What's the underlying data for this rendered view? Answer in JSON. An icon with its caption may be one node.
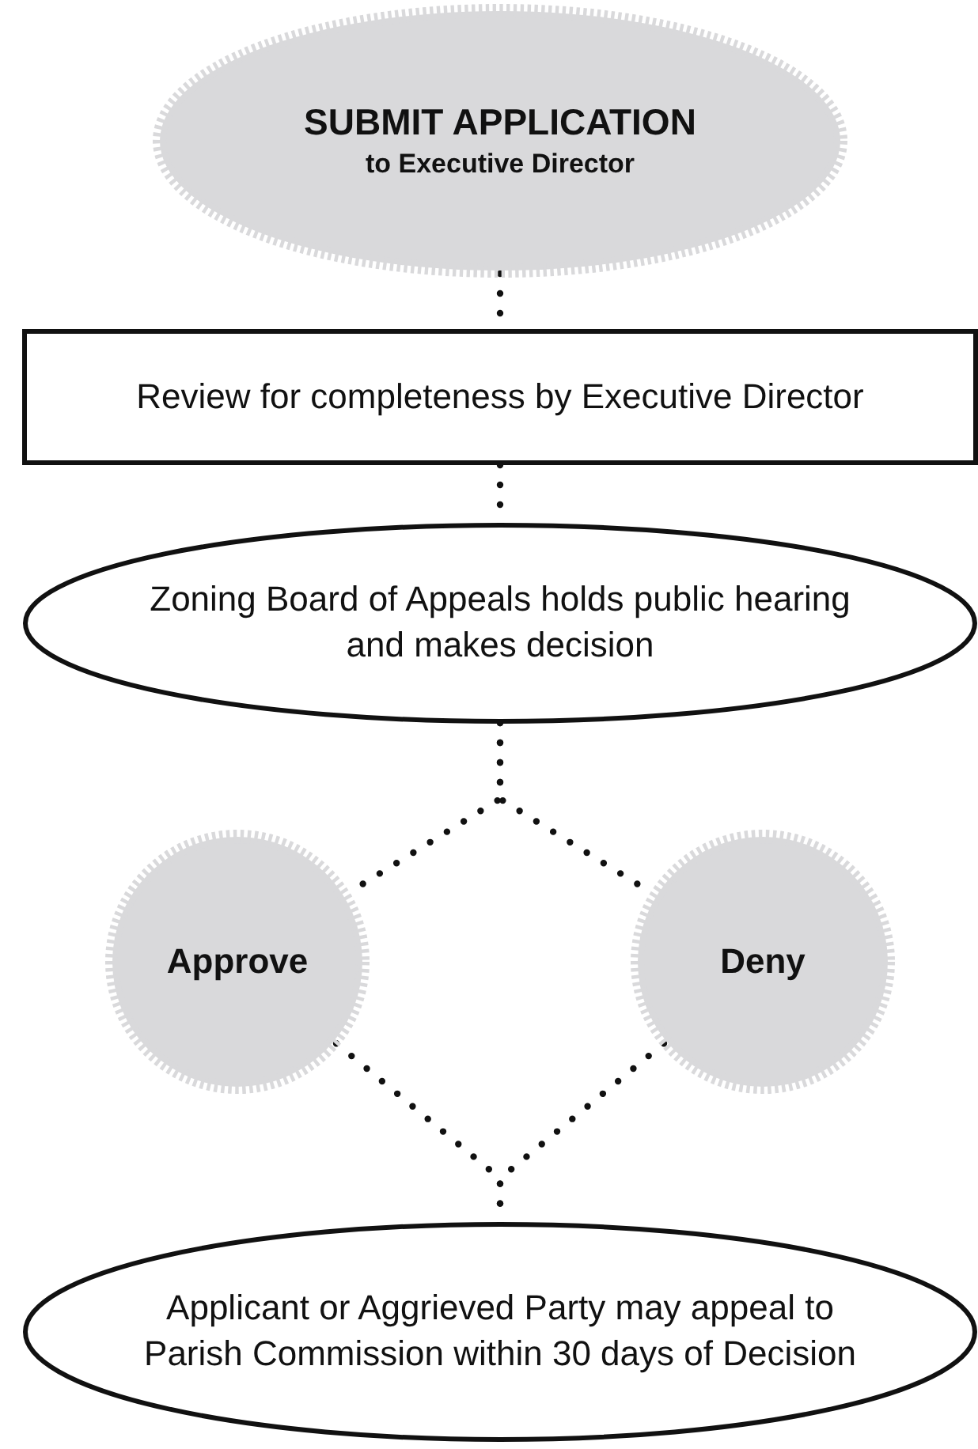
{
  "diagram": {
    "nodes": [
      {
        "text": [
          "SUBMIT APPLICATION",
          "to Executive Director"
        ]
      },
      {
        "text": [
          "Review for completeness by Executive Director"
        ]
      },
      {
        "text": [
          "Zoning Board of Appeals holds public hearing and makes decision"
        ]
      },
      {
        "text": [
          "Approve"
        ]
      },
      {
        "text": [
          "Deny"
        ]
      },
      {
        "text": [
          "Applicant or Aggrieved Party may appeal to Parish Commission within 30 days of Decision"
        ]
      }
    ],
    "edges": [
      {
        "from": 0,
        "to": 1,
        "arrow": "none"
      },
      {
        "from": 1,
        "to": 2,
        "arrow": "none"
      },
      {
        "from": 2,
        "to": 3,
        "arrow": "none"
      },
      {
        "from": 2,
        "to": 4,
        "arrow": "none"
      },
      {
        "from": 3,
        "to": 5,
        "arrow": "none"
      },
      {
        "from": 4,
        "to": 5,
        "arrow": "none"
      }
    ]
  }
}
